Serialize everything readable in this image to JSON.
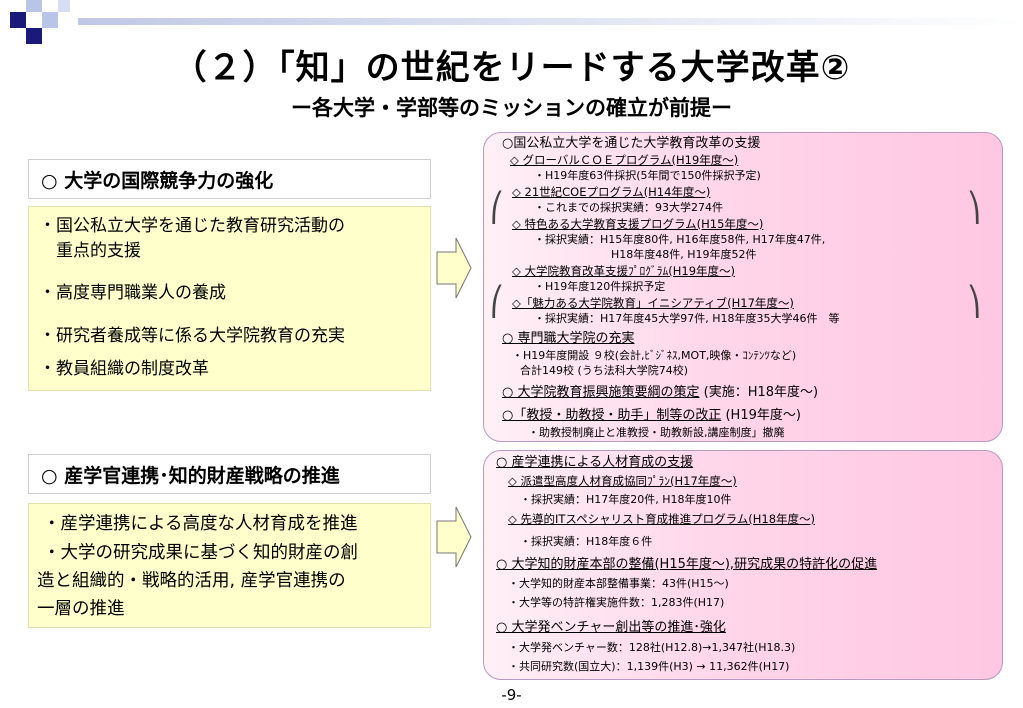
{
  "title": "（２）「知」の世紀をリードする大学改革②",
  "subtitle": "ー各大学・学部等のミッションの確立が前提ー",
  "section1": {
    "header": "○ 大学の国際競争力の強化",
    "items": [
      "・国公私立大学を通じた教育研究活動の",
      "　重点的支援",
      "・高度専門職業人の養成",
      "・研究者養成等に係る大学院教育の充実",
      "・教員組織の制度改革"
    ],
    "detail": [
      "○国公私立大学を通じた大学教育改革の支援",
      "◇ グローバルＣＯＥプログラム(H19年度～)",
      "・H19年度63件採択(5年間で150件採択予定)",
      "◇ 21世紀COEプログラム(H14年度～)",
      "・これまでの採択実績：93大学274件",
      "◇ 特色ある大学教育支援プログラム(H15年度～)",
      "・採択実績：H15年度80件, H16年度58件, H17年度47件,",
      "H18年度48件, H19年度52件",
      "◇ 大学院教育改革支援ﾌﾟﾛｸﾞﾗﾑ(H19年度～)",
      "・H19年度120件採択予定",
      "◇「魅力ある大学院教育」イニシアティブ(H17年度～)",
      "・採択実績：H17年度45大学97件, H18年度35大学46件　等",
      "○ 専門職大学院の充実",
      "・H19年度開設 ９校(会計,ﾋﾞｼﾞﾈｽ,MOT,映像・ｺﾝﾃﾝﾂなど)",
      "合計149校 (うち法科大学院74校)",
      "○ 大学院教育振興施策要綱の策定",
      "(実施：H18年度～)",
      "○「教授・助教授・助手」制等の改正",
      "(H19年度～)",
      "・助教授制廃止と准教授・助教新設,講座制度」撤廃"
    ]
  },
  "section2": {
    "header": "○ 産学官連携･知的財産戦略の推進",
    "items": [
      "・産学連携による高度な人材育成を推進",
      "・大学の研究成果に基づく知的財産の創",
      "造と組織的・戦略的活用, 産学官連携の",
      "一層の推進"
    ],
    "detail": [
      "○ 産学連携による人材育成の支援",
      "◇ 派遣型高度人材育成協同ﾌﾟﾗﾝ(H17年度～)",
      "・採択実績：H17年度20件, H18年度10件",
      "◇ 先導的ITスペシャリスト育成推進プログラム(H18年度～)",
      "・採択実績：H18年度６件",
      "○ 大学知的財産本部の整備(H15年度～),研究成果の特許化の促進",
      "・大学知的財産本部整備事業：43件(H15～)",
      "・大学等の特許権実施件数：1,283件(H17)",
      "○ 大学発ベンチャー創出等の推進･強化",
      "・大学発ベンチャー数：128社(H12.8)→1,347社(H18.3)",
      "・共同研究数(国立大)：1,139件(H3) → 11,362件(H17)"
    ]
  },
  "page_number": "-9-",
  "colors": {
    "deco_navy": "#1a1a7a",
    "deco_light": "#b8c4e8",
    "yellow_box": "#ffffcc",
    "pink_box": "#ffc7e2"
  }
}
